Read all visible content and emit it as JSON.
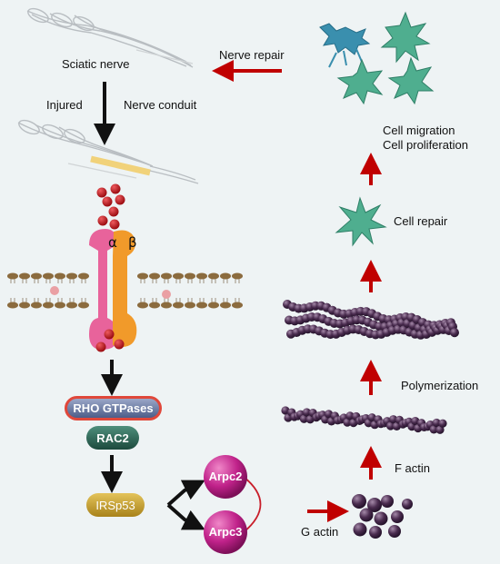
{
  "labels": {
    "sciatic_nerve": "Sciatic nerve",
    "nerve_repair": "Nerve repair",
    "injured": "Injured",
    "nerve_conduit": "Nerve conduit",
    "cell_migration": "Cell migration",
    "cell_proliferation": "Cell proliferation",
    "cell_repair": "Cell repair",
    "polymerization": "Polymerization",
    "f_actin": "F actin",
    "g_actin": "G actin",
    "alpha": "α",
    "beta": "β"
  },
  "pathway": {
    "rho_gtpases": "RHO GTPases",
    "rac2": "RAC2",
    "irsp53": "IRSp53",
    "arpc2": "Arpc2",
    "arpc3": "Arpc3"
  },
  "colors": {
    "background": "#eef3f4",
    "red_arrow": "#c00000",
    "black_arrow": "#111111",
    "ligand": "#c0161c",
    "actin": "#4a2c4f",
    "glia": "#4fae8f",
    "neuron": "#2e8fb0",
    "integrin_alpha": "#e8639b",
    "integrin_beta": "#f19a2a",
    "rho_fill": "#6f7fa8",
    "rho_border": "#e0473a",
    "rac2_fill": "#2d6b5a",
    "irsp53_fill": "#c9a42e",
    "arp_sphere": "#c0228a"
  }
}
